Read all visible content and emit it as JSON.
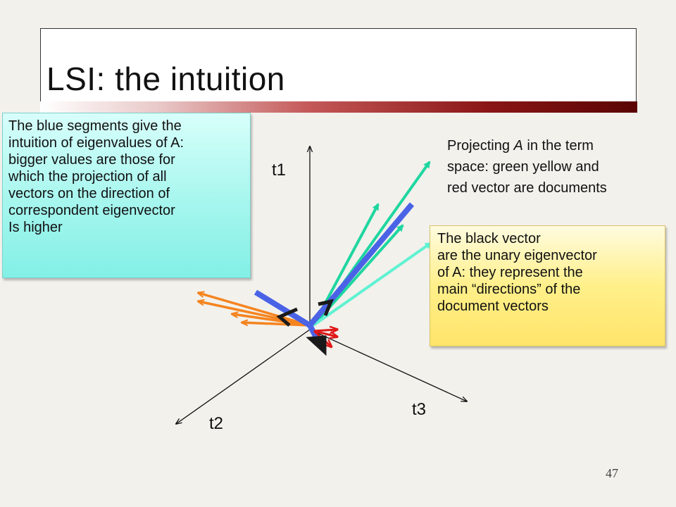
{
  "slide": {
    "title": "LSI: the intuition",
    "page_number": "47"
  },
  "notes": {
    "blue": [
      "The blue segments give the",
      "intuition of eigenvalues of A:",
      "bigger values are those for",
      "which the projection of all",
      "vectors on the direction of",
      "correspondent eigenvector",
      "Is higher"
    ],
    "projecting": {
      "line1_prefix": "Projecting ",
      "line1_var": "A",
      "line1_suffix": " in the term",
      "line2": "space: green yellow and",
      "line3": "red vector are documents"
    },
    "yellow": [
      "The black vector",
      "are the unary eigenvector",
      "of A: they represent the",
      "main “directions” of the",
      "document vectors"
    ]
  },
  "axes": {
    "t1": "t1",
    "t2": "t2",
    "t3": "t3"
  },
  "colors": {
    "green_vectors": "#1fd6a0",
    "light_green_vector": "#5ff2d2",
    "orange_vectors": "#f5841f",
    "red_vectors": "#e01818",
    "blue_segments": "#4a63e6",
    "black_vectors": "#1a1a1a",
    "title_bar_dark": "#5a0404",
    "blue_note_bg": "#a5f6ee",
    "yellow_note_bg": "#fff08a"
  }
}
